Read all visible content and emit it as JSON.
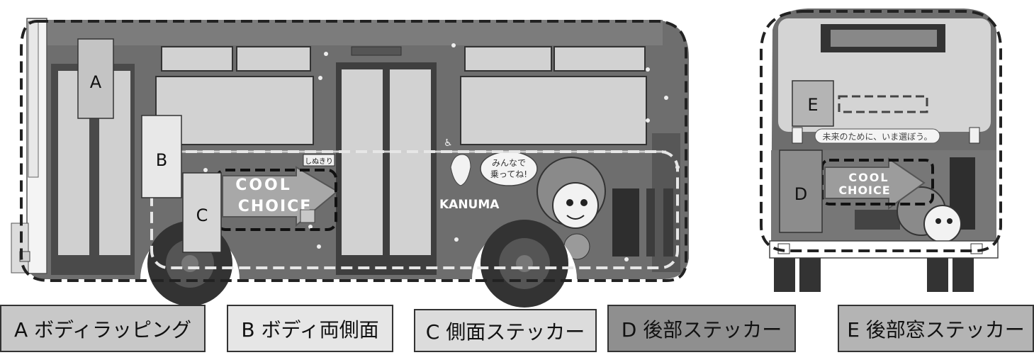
{
  "side_view": {
    "labels": {
      "a": "A",
      "b": "B",
      "c": "C"
    },
    "route_sign": "しぬきり",
    "wheelchair_symbol": "♿",
    "sticker_line1": "COOL",
    "sticker_line2": "CHOICE",
    "speech_line1": "みんなで",
    "speech_line2": "乗ってね!",
    "city": "KANUMA"
  },
  "rear_view": {
    "labels": {
      "e": "E",
      "d": "D"
    },
    "slogan": "未来のために、いま選ぼう。",
    "sticker_line1": "COOL",
    "sticker_line2": "CHOICE"
  },
  "legend": [
    {
      "id": "a",
      "text": "A ボディラッピング",
      "fill": "#c8c8c8"
    },
    {
      "id": "b",
      "text": "B ボディ両側面",
      "fill": "#e6e6e6"
    },
    {
      "id": "c",
      "text": "C 側面ステッカー",
      "fill": "#dcdcdc"
    },
    {
      "id": "d",
      "text": "D 後部ステッカー",
      "fill": "#8f8f8f"
    },
    {
      "id": "e",
      "text": "E 後部窓ステッカー",
      "fill": "#b4b4b4"
    }
  ],
  "colors": {
    "body": "#6e6e6e",
    "dark": "#2d2d2d",
    "window": "#d2d2d2",
    "label_box": "#c4c4c4"
  }
}
